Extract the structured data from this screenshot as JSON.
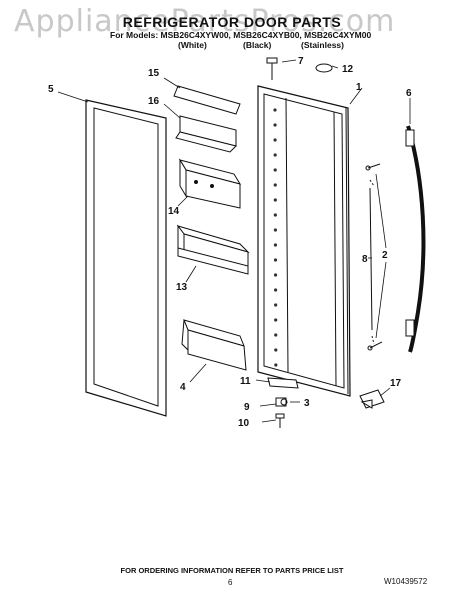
{
  "watermark": "AppliancePartsPros.com",
  "title": "REFRIGERATOR DOOR PARTS",
  "models_line": "For Models: MSB26C4XYW00, MSB26C4XYB00, MSB26C4XYM00",
  "variants": [
    "(White)",
    "(Black)",
    "(Stainless)"
  ],
  "callouts": [
    "1",
    "2",
    "3",
    "4",
    "5",
    "6",
    "7",
    "8",
    "9",
    "10",
    "11",
    "12",
    "13",
    "14",
    "15",
    "16",
    "17"
  ],
  "footer_note": "FOR ORDERING INFORMATION REFER TO PARTS PRICE LIST",
  "page_number": "6",
  "doc_code": "W10439572"
}
